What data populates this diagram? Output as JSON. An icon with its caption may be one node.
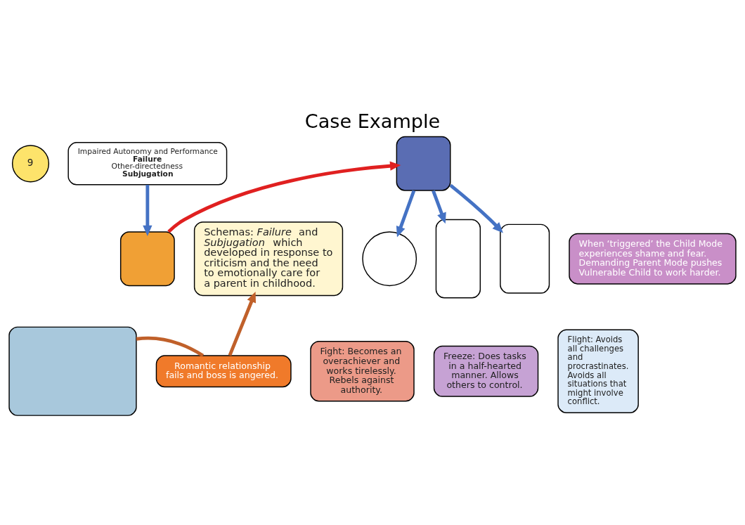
{
  "diagram": {
    "title": "Case Example",
    "nodes": [
      {
        "text": [
          "9"
        ]
      },
      {
        "text": [
          "Impaired Autonomy and Performance",
          "Failure",
          "Other-directedness",
          "Subjugation"
        ]
      },
      {
        "text": [],
        "shape": "box"
      },
      {
        "text": [],
        "shape": "box"
      },
      {
        "text": [
          "When ‘triggered’ the Child Mode experiences shame and fear. Demanding Parent Mode pushes Vulnerable Child to work harder."
        ]
      },
      {
        "text": [
          "Schemas: *Failure* and *Subjugation* which developed in response to criticism and the need to emotionally care for a parent in childhood."
        ]
      },
      {
        "text": [],
        "shape": "box"
      },
      {
        "text": [],
        "shape": "circle"
      },
      {
        "text": [],
        "shape": "box"
      },
      {
        "text": [],
        "shape": "box"
      },
      {
        "text": [
          "Fight: Becomes an overachiever and works tirelessly. Rebels against authority."
        ]
      },
      {
        "text": [
          "Freeze: Does tasks in a half-hearted manner. Allows others to control."
        ]
      },
      {
        "text": [
          "Flight: Avoids all challenges and procrastinates. Avoids all situations that might involve conflict."
        ]
      },
      {
        "text": [
          "Romantic relationship fails and boss is angered."
        ]
      }
    ],
    "edges": [
      {
        "from": 1,
        "to": 3,
        "arrow": "to"
      },
      {
        "from": 3,
        "to": 2,
        "arrow": "to",
        "color": "#e02020"
      },
      {
        "from": 2,
        "to": 7,
        "arrow": "to"
      },
      {
        "from": 2,
        "to": 8,
        "arrow": "to"
      },
      {
        "from": 2,
        "to": 9,
        "arrow": "to"
      },
      {
        "from": 6,
        "to": 13,
        "arrow": "none",
        "color": "#c0602a"
      },
      {
        "from": 13,
        "to": 5,
        "arrow": "to",
        "color": "#c0602a"
      }
    ]
  }
}
